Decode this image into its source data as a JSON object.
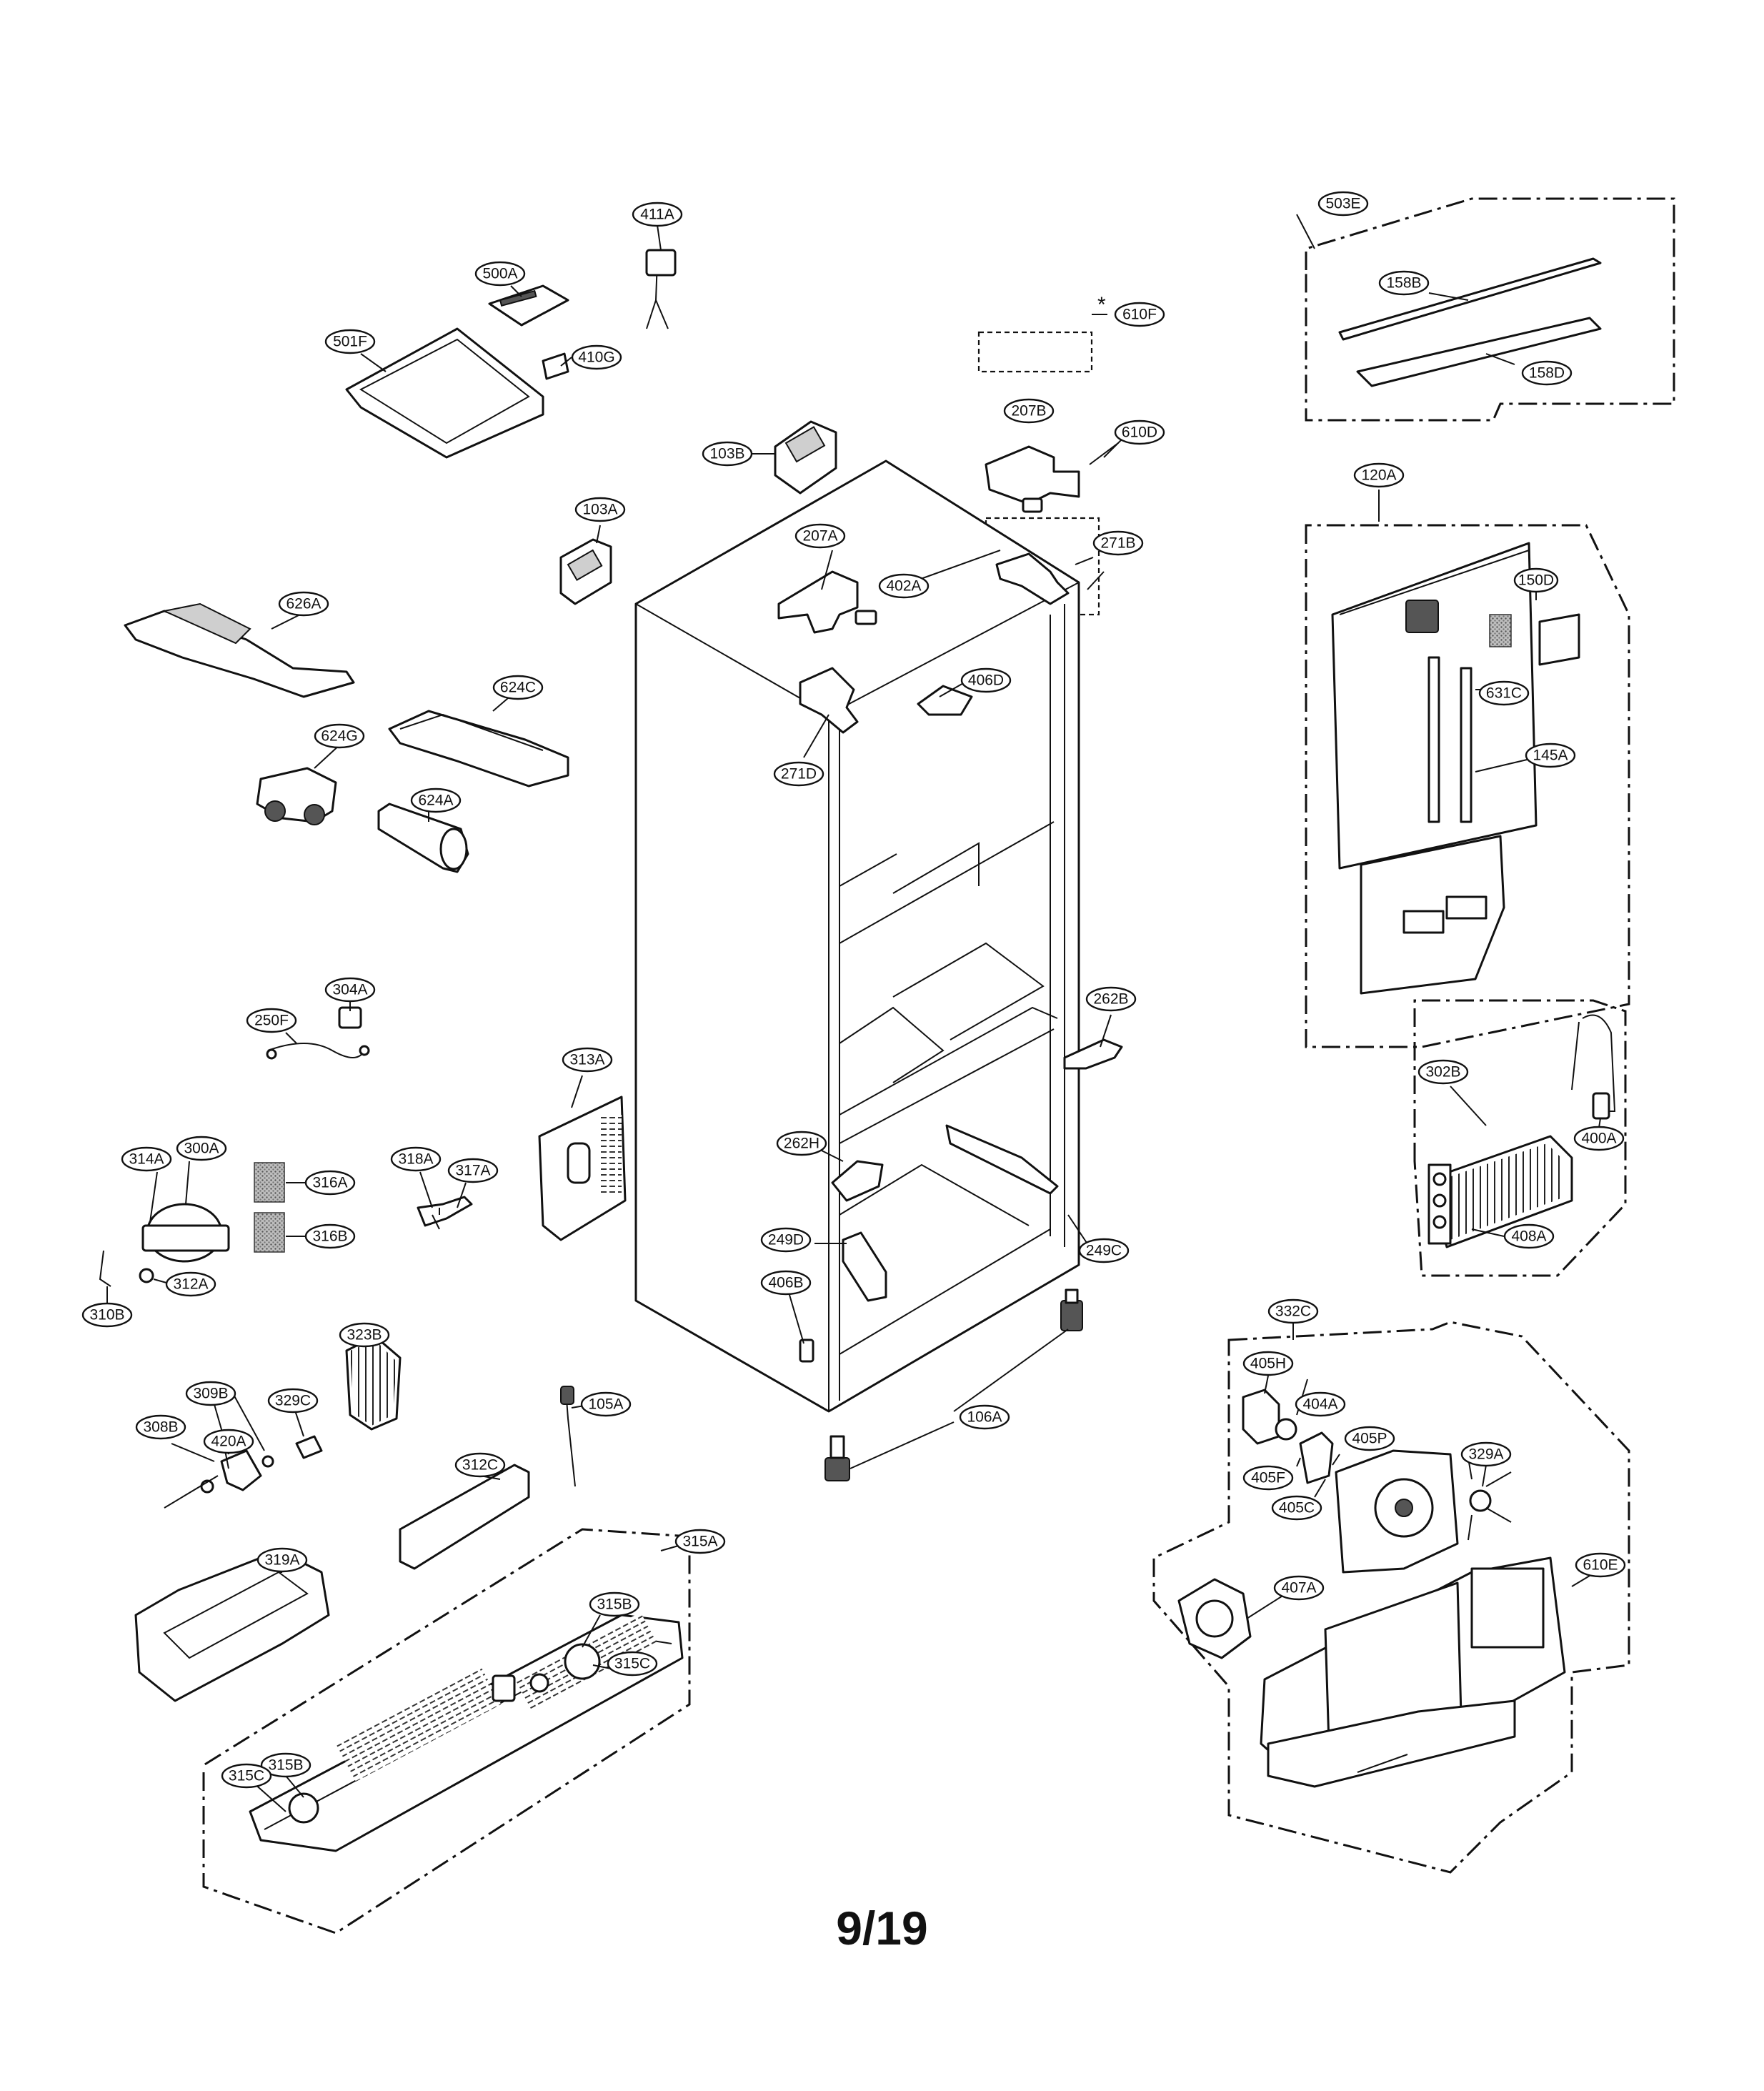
{
  "page": {
    "number": "9/19",
    "asterisk": "*"
  },
  "labels": [
    "411A",
    "500A",
    "410G",
    "501F",
    "503E",
    "158B",
    "158D",
    "610F",
    "610D",
    "207B",
    "103B",
    "103A",
    "207A",
    "402A",
    "271B",
    "120A",
    "150D",
    "631C",
    "145A",
    "626A",
    "624C",
    "406D",
    "624G",
    "271D",
    "624A",
    "304A",
    "250F",
    "262B",
    "313A",
    "302B",
    "400A",
    "262H",
    "314A",
    "300A",
    "316A",
    "318A",
    "317A",
    "316B",
    "249D",
    "249C",
    "408A",
    "312A",
    "310B",
    "406B",
    "332C",
    "323B",
    "405H",
    "404A",
    "309B",
    "329C",
    "105A",
    "308B",
    "420A",
    "106A",
    "405P",
    "329A",
    "405F",
    "405C",
    "312C",
    "610E",
    "407A",
    "315A",
    "319A",
    "315B",
    "315C"
  ]
}
